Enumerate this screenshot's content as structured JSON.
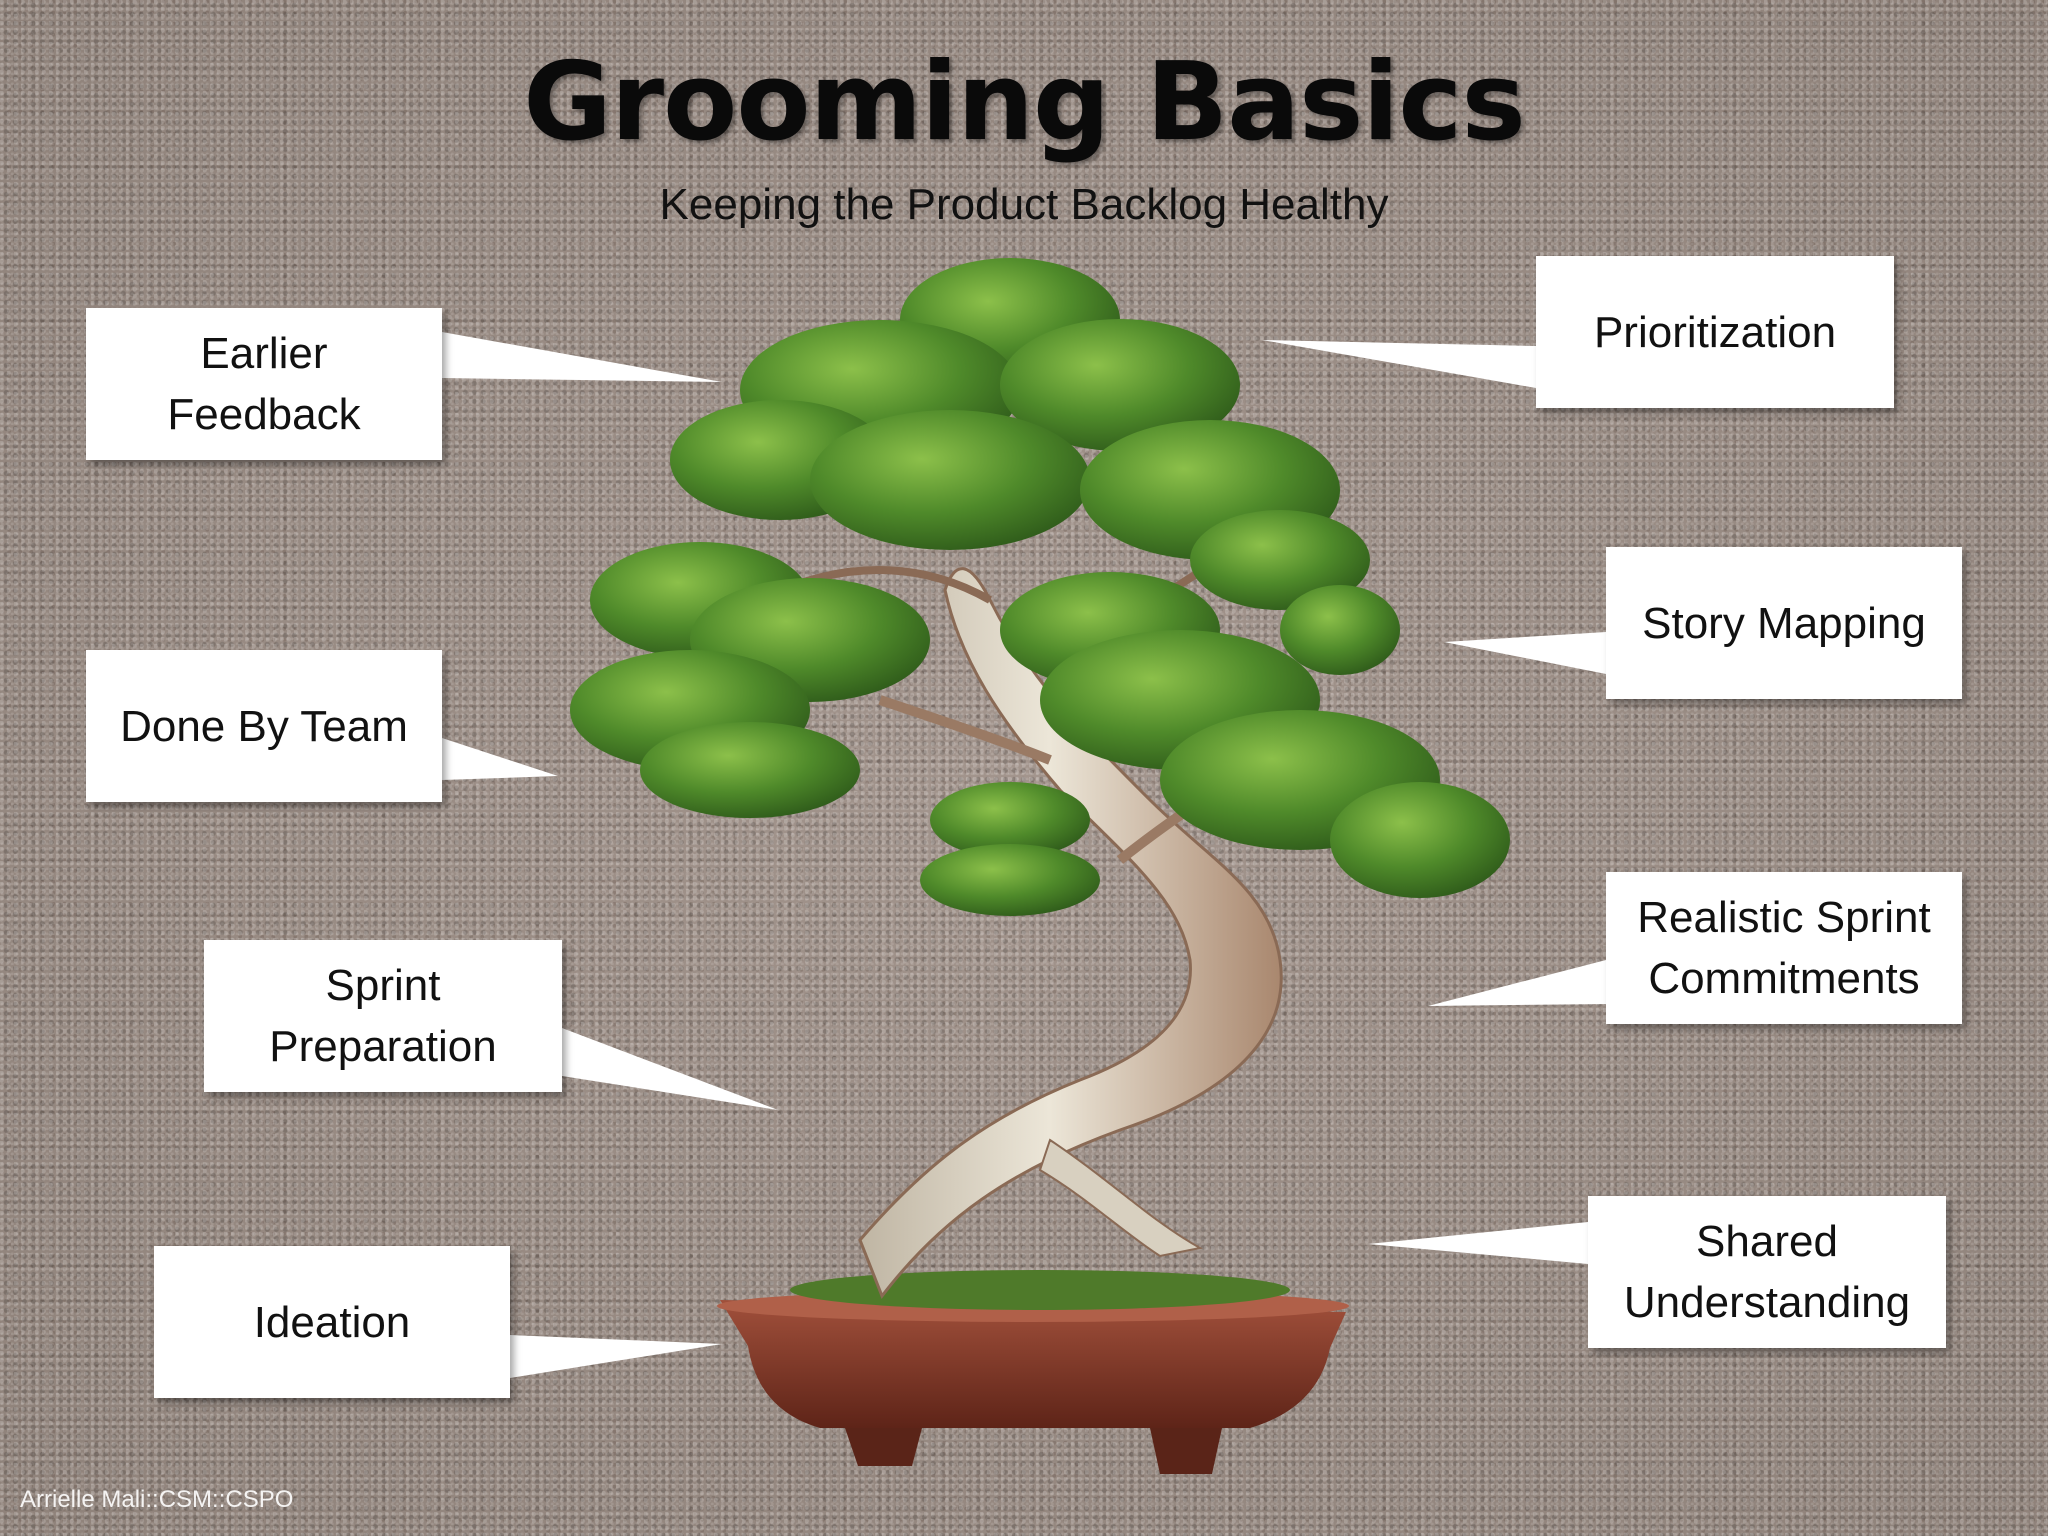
{
  "slide": {
    "title": "Grooming Basics",
    "subtitle": "Keeping the Product Backlog Healthy",
    "footer": "Arrielle Mali::CSM::CSPO"
  },
  "callouts": {
    "earlier_feedback": "Earlier\nFeedback",
    "done_by_team": "Done By Team",
    "sprint_preparation": "Sprint\nPreparation",
    "ideation": "Ideation",
    "prioritization": "Prioritization",
    "story_mapping": "Story Mapping",
    "realistic_sprint_commitments": "Realistic Sprint\nCommitments",
    "shared_understanding": "Shared\nUnderstanding"
  },
  "colors": {
    "background": "#9a8d86",
    "foliage": "#4f8a2a",
    "trunk": "#d8d0c0",
    "pot": "#8b3a2a",
    "callout": "#ffffff"
  }
}
